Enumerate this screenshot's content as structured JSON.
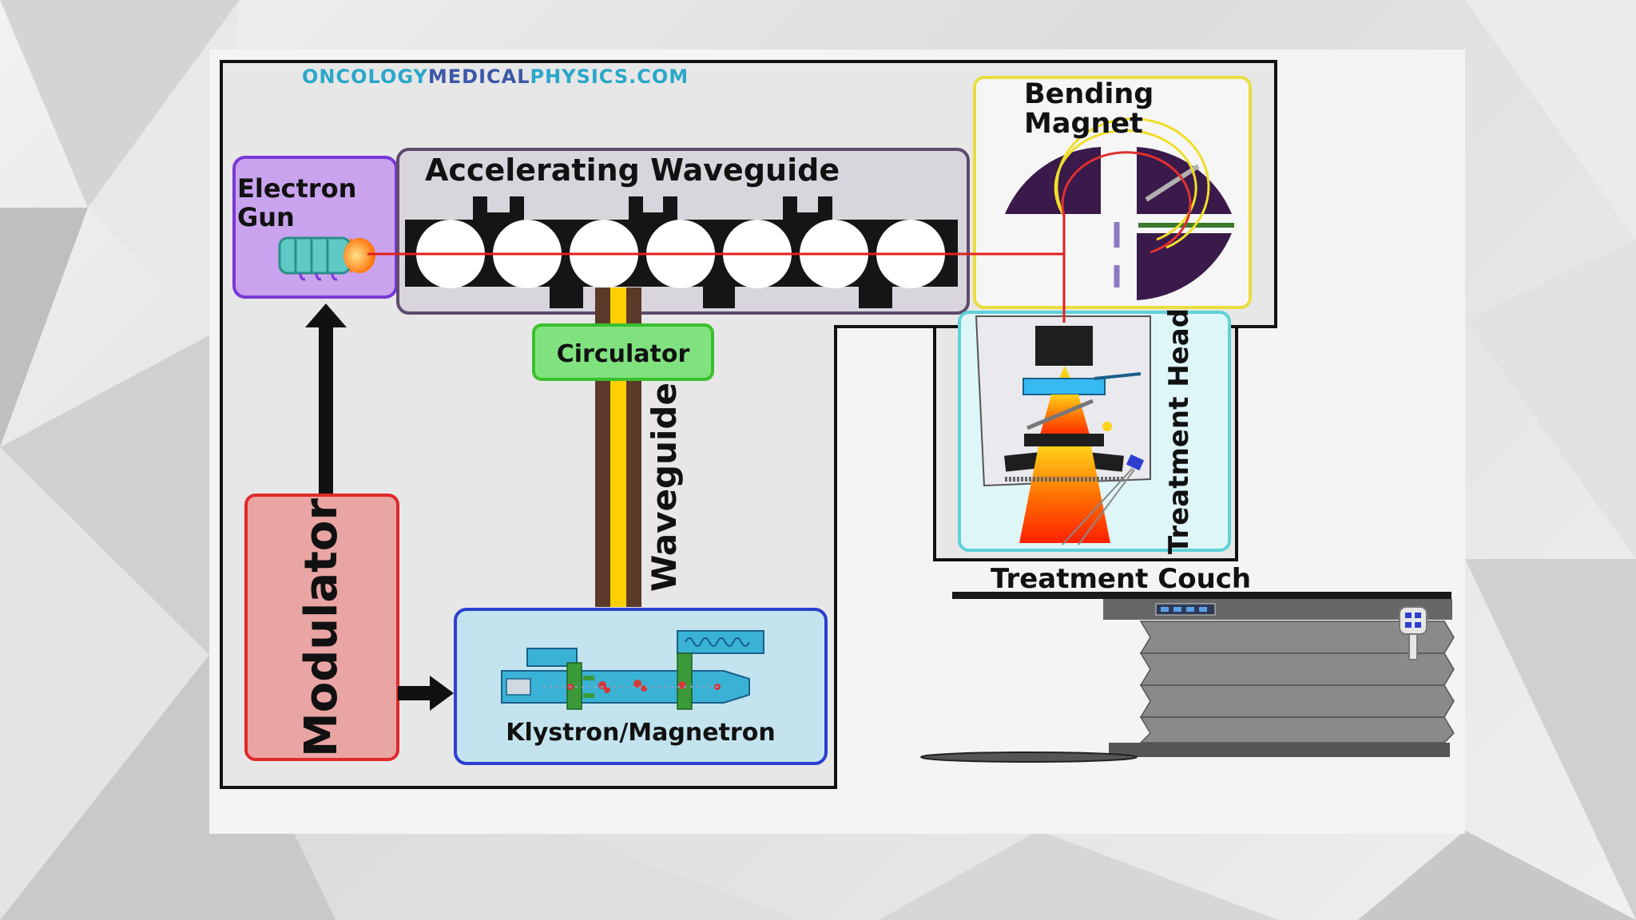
{
  "watermark": {
    "part1": "ONCOLOGY",
    "part2": "MEDICAL",
    "part3": "PHYSICS.COM",
    "color1": "#2aa7c9",
    "color2": "#3b57a7"
  },
  "labels": {
    "electron_gun": [
      "Electron",
      "Gun"
    ],
    "accelerating_waveguide": "Accelerating Waveguide",
    "bending_magnet": [
      "Bending",
      "Magnet"
    ],
    "circulator": "Circulator",
    "waveguide": "Waveguide",
    "treatment_head": "Treatment Head",
    "treatment_couch": "Treatment Couch",
    "modulator": "Modulator",
    "klystron": "Klystron/Magnetron"
  },
  "colors": {
    "electron_gun_fill": "#c9a3ee",
    "electron_gun_border": "#7a38d8",
    "waveguide_box_fill": "#d9d5dd",
    "waveguide_box_border": "#5e4a6c",
    "bending_border": "#e9dd3f",
    "circulator_fill": "#80e27e",
    "circulator_border": "#3bbf2e",
    "treatment_head_fill": "#dff6f8",
    "treatment_head_border": "#5ed2d8",
    "modulator_fill": "#e9a4a4",
    "modulator_border": "#e02a2a",
    "klystron_fill": "#c3e4ee",
    "klystron_border": "#2c3fcf",
    "beam": "#e0201d"
  }
}
